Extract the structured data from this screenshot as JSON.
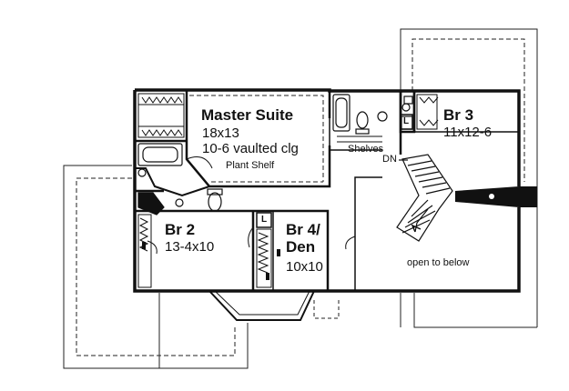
{
  "rooms": {
    "master": {
      "name": "Master Suite",
      "size": "18x13",
      "ceiling": "10-6 vaulted clg"
    },
    "br3": {
      "name": "Br 3",
      "size": "11x12-6"
    },
    "br2": {
      "name": "Br 2",
      "size": "13-4x10"
    },
    "br4": {
      "name_line1": "Br 4/",
      "name_line2": "Den",
      "size": "10x10"
    }
  },
  "notes": {
    "plant_shelf": "Plant Shelf",
    "shelves": "Shelves",
    "stair_down": "DN",
    "open_to_below": "open to below",
    "linen_a": "L",
    "linen_b": "L"
  }
}
